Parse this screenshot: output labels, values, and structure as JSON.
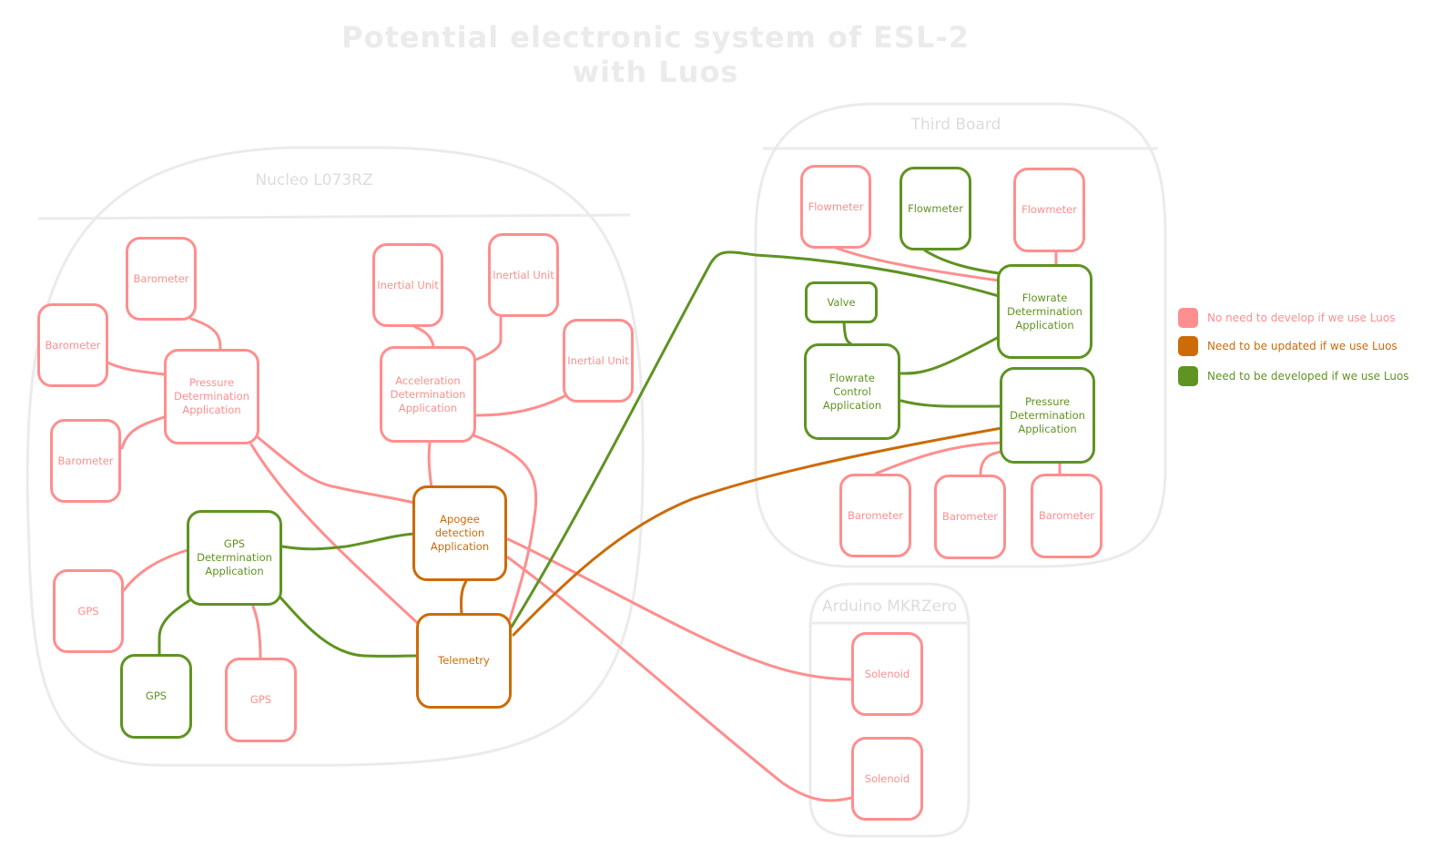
{
  "title": "Potential electronic system of ESL-2 with Luos",
  "colors": {
    "pink": "#ff8e8e",
    "orange": "#cc6b08",
    "green": "#5f9322",
    "group_border": "#ebebeb"
  },
  "groups": [
    {
      "id": "nucleo",
      "label": "Nucleo L073RZ"
    },
    {
      "id": "third",
      "label": "Third Board"
    },
    {
      "id": "arduino",
      "label": "Arduino MKRZero"
    }
  ],
  "nodes": [
    {
      "id": "baro1",
      "label": "Barometer",
      "status": "pink",
      "group": "nucleo"
    },
    {
      "id": "baro2",
      "label": "Barometer",
      "status": "pink",
      "group": "nucleo"
    },
    {
      "id": "baro3",
      "label": "Barometer",
      "status": "pink",
      "group": "nucleo"
    },
    {
      "id": "pda",
      "label": "Pressure\nDetermination\nApplication",
      "status": "pink",
      "group": "nucleo"
    },
    {
      "id": "iu1",
      "label": "Inertial Unit",
      "status": "pink",
      "group": "nucleo"
    },
    {
      "id": "iu2",
      "label": "Inertial Unit",
      "status": "pink",
      "group": "nucleo"
    },
    {
      "id": "iu3",
      "label": "Inertial Unit",
      "status": "pink",
      "group": "nucleo"
    },
    {
      "id": "ada",
      "label": "Acceleration\nDetermination\nApplication",
      "status": "pink",
      "group": "nucleo"
    },
    {
      "id": "apogee",
      "label": "Apogee detection\nApplication",
      "status": "orange",
      "group": "nucleo"
    },
    {
      "id": "gpsda",
      "label": "GPS\nDetermination\nApplication",
      "status": "green",
      "group": "nucleo"
    },
    {
      "id": "gps1",
      "label": "GPS",
      "status": "pink",
      "group": "nucleo"
    },
    {
      "id": "gps2",
      "label": "GPS",
      "status": "green",
      "group": "nucleo"
    },
    {
      "id": "gps3",
      "label": "GPS",
      "status": "pink",
      "group": "nucleo"
    },
    {
      "id": "telemetry",
      "label": "Telemetry",
      "status": "orange",
      "group": "nucleo"
    },
    {
      "id": "fm1",
      "label": "Flowmeter",
      "status": "pink",
      "group": "third"
    },
    {
      "id": "fm2",
      "label": "Flowmeter",
      "status": "green",
      "group": "third"
    },
    {
      "id": "fm3",
      "label": "Flowmeter",
      "status": "pink",
      "group": "third"
    },
    {
      "id": "fda",
      "label": "Flowrate\nDetermination\nApplication",
      "status": "green",
      "group": "third"
    },
    {
      "id": "valve",
      "label": "Valve",
      "status": "green",
      "group": "third"
    },
    {
      "id": "fca",
      "label": "Flowrate\nControl\nApplication",
      "status": "green",
      "group": "third"
    },
    {
      "id": "pda2",
      "label": "Pressure\nDetermination\nApplication",
      "status": "green",
      "group": "third"
    },
    {
      "id": "tbaro1",
      "label": "Barometer",
      "status": "pink",
      "group": "third"
    },
    {
      "id": "tbaro2",
      "label": "Barometer",
      "status": "pink",
      "group": "third"
    },
    {
      "id": "tbaro3",
      "label": "Barometer",
      "status": "pink",
      "group": "third"
    },
    {
      "id": "sol1",
      "label": "Solenoid",
      "status": "pink",
      "group": "arduino"
    },
    {
      "id": "sol2",
      "label": "Solenoid",
      "status": "pink",
      "group": "arduino"
    }
  ],
  "edges": [
    {
      "from": "baro1",
      "to": "pda",
      "status": "pink"
    },
    {
      "from": "baro2",
      "to": "pda",
      "status": "pink"
    },
    {
      "from": "baro3",
      "to": "pda",
      "status": "pink"
    },
    {
      "from": "iu1",
      "to": "ada",
      "status": "pink"
    },
    {
      "from": "iu2",
      "to": "ada",
      "status": "pink"
    },
    {
      "from": "iu3",
      "to": "ada",
      "status": "pink"
    },
    {
      "from": "pda",
      "to": "apogee",
      "status": "pink"
    },
    {
      "from": "pda",
      "to": "telemetry",
      "status": "pink"
    },
    {
      "from": "ada",
      "to": "apogee",
      "status": "pink"
    },
    {
      "from": "ada",
      "to": "telemetry",
      "status": "pink"
    },
    {
      "from": "gpsda",
      "to": "apogee",
      "status": "green"
    },
    {
      "from": "gpsda",
      "to": "telemetry",
      "status": "green"
    },
    {
      "from": "gps1",
      "to": "gpsda",
      "status": "pink"
    },
    {
      "from": "gps2",
      "to": "gpsda",
      "status": "green"
    },
    {
      "from": "gps3",
      "to": "gpsda",
      "status": "pink"
    },
    {
      "from": "apogee",
      "to": "telemetry",
      "status": "orange"
    },
    {
      "from": "apogee",
      "to": "sol1",
      "status": "pink"
    },
    {
      "from": "apogee",
      "to": "sol2",
      "status": "pink"
    },
    {
      "from": "telemetry",
      "to": "fda",
      "status": "green"
    },
    {
      "from": "telemetry",
      "to": "pda2",
      "status": "orange"
    },
    {
      "from": "fm1",
      "to": "fda",
      "status": "pink"
    },
    {
      "from": "fm2",
      "to": "fda",
      "status": "green"
    },
    {
      "from": "fm3",
      "to": "fda",
      "status": "pink"
    },
    {
      "from": "valve",
      "to": "fca",
      "status": "green"
    },
    {
      "from": "fca",
      "to": "fda",
      "status": "green"
    },
    {
      "from": "fca",
      "to": "pda2",
      "status": "green"
    },
    {
      "from": "tbaro1",
      "to": "pda2",
      "status": "pink"
    },
    {
      "from": "tbaro2",
      "to": "pda2",
      "status": "pink"
    },
    {
      "from": "tbaro3",
      "to": "pda2",
      "status": "pink"
    }
  ],
  "legend": [
    {
      "status": "pink",
      "label": "No need to develop if we use Luos"
    },
    {
      "status": "orange",
      "label": "Need to be updated if we use Luos"
    },
    {
      "status": "green",
      "label": "Need to be developed if we use Luos"
    }
  ]
}
